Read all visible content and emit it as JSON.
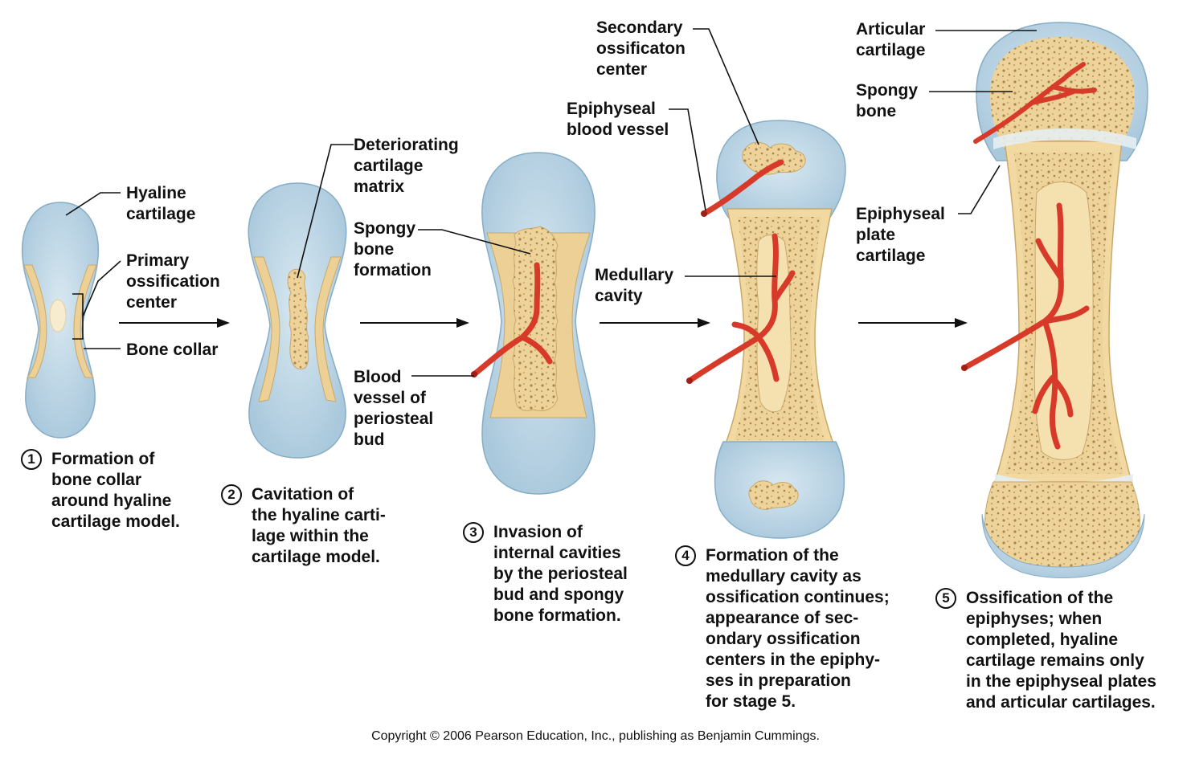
{
  "stage1": {
    "labels": {
      "hyaline": "Hyaline\ncartilage",
      "primary": "Primary\nossification\ncenter",
      "collar": "Bone collar"
    },
    "num": "1",
    "caption": "Formation of\nbone collar\naround hyaline\ncartilage model."
  },
  "stage2": {
    "labels": {
      "deteriorating": "Deteriorating\ncartilage\nmatrix"
    },
    "num": "2",
    "caption": "Cavitation of\nthe hyaline carti-\nlage within the\ncartilage model."
  },
  "stage3": {
    "labels": {
      "spongy": "Spongy\nbone\nformation",
      "blood": "Blood\nvessel of\nperiosteal\nbud"
    },
    "num": "3",
    "caption": "Invasion of\ninternal cavities\nby the periosteal\nbud and spongy\nbone formation."
  },
  "stage4": {
    "labels": {
      "secondary": "Secondary\nossificaton\ncenter",
      "epiVessel": "Epiphyseal\nblood vessel",
      "medullary": "Medullary\ncavity"
    },
    "num": "4",
    "caption": "Formation of the\nmedullary cavity as\nossification continues;\nappearance of sec-\nondary ossification\ncenters in the epiphy-\nses in preparation\nfor stage 5."
  },
  "stage5": {
    "labels": {
      "articular": "Articular\ncartilage",
      "spongyBone": "Spongy\nbone",
      "plate": "Epiphyseal\nplate\ncartilage"
    },
    "num": "5",
    "caption": "Ossification of the\nepiphyses; when\ncompleted, hyaline\ncartilage remains only\nin the epiphyseal plates\nand articular cartilages."
  },
  "copyright": "Copyright © 2006 Pearson Education, Inc., publishing as Benjamin Cummings.",
  "colors": {
    "cartilage": "#b9d4e4",
    "cartilageEdge": "#7ea8c4",
    "bone": "#f2d9a2",
    "boneEdge": "#c9a86a",
    "spongy": "#e8c98a",
    "vessel": "#d83a2a",
    "vesselEdge": "#9e1f14"
  }
}
